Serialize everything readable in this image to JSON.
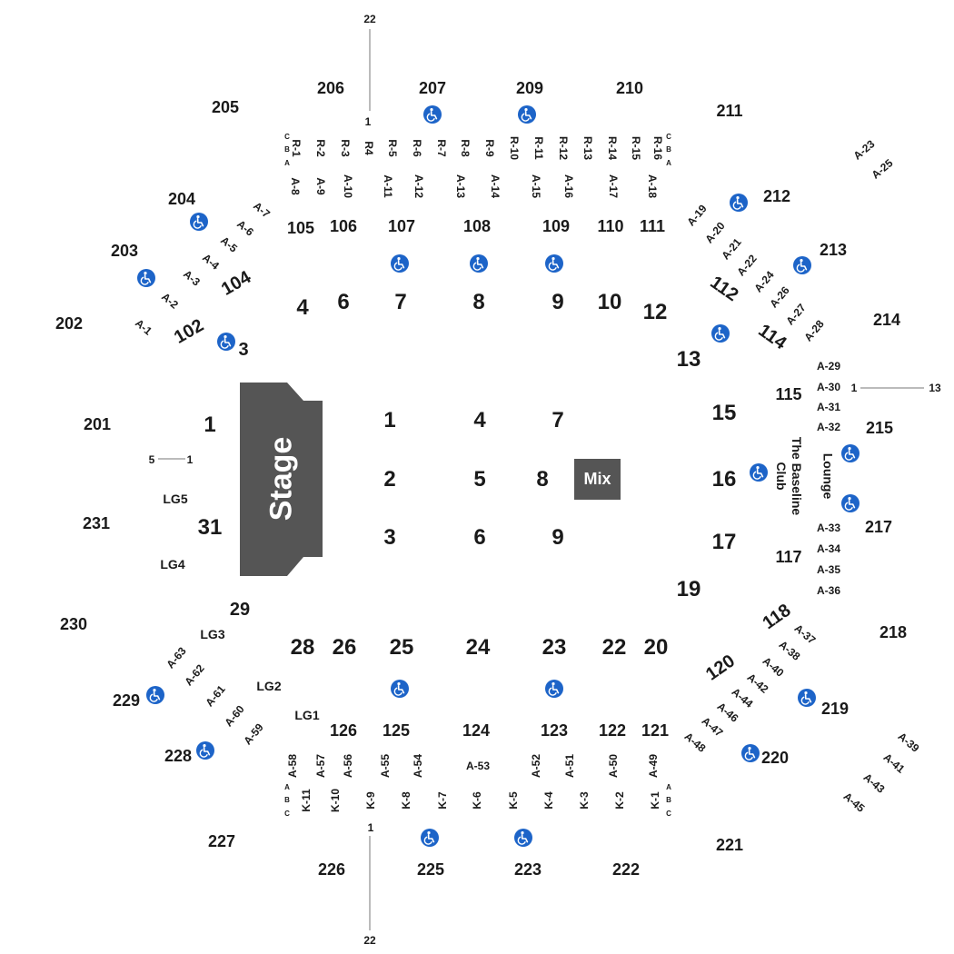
{
  "colors": {
    "stage": "#555555",
    "mix": "#555555",
    "accessible": "#1d64c8",
    "text": "#1a1a1a"
  },
  "stage_label": "Stage",
  "mix_label": "Mix",
  "baseline_club": [
    "The Baseline",
    "Club"
  ],
  "lounge": "Lounge",
  "accessible_icon": "wheelchair-icon",
  "guides": {
    "top_22": "22",
    "top_1": "1",
    "bottom_22": "22",
    "bottom_1": "1",
    "left_5": "5",
    "left_1": "1",
    "right_1": "1",
    "right_13": "13"
  },
  "upper_sections": [
    "201",
    "202",
    "203",
    "204",
    "205",
    "206",
    "207",
    "209",
    "210",
    "211",
    "212",
    "213",
    "214",
    "215",
    "217",
    "218",
    "219",
    "220",
    "221",
    "222",
    "223",
    "225",
    "226",
    "227",
    "228",
    "229",
    "230",
    "231"
  ],
  "lower_sections": [
    "102",
    "104",
    "105",
    "106",
    "107",
    "108",
    "109",
    "110",
    "111",
    "112",
    "114",
    "115",
    "117",
    "118",
    "120",
    "121",
    "122",
    "123",
    "124",
    "125",
    "126"
  ],
  "floor_sections": [
    "1",
    "3",
    "4",
    "6",
    "7",
    "8",
    "9",
    "10",
    "12",
    "13",
    "15",
    "16",
    "17",
    "19",
    "20",
    "22",
    "23",
    "24",
    "25",
    "26",
    "28",
    "29",
    "31",
    "1",
    "2",
    "3",
    "4",
    "5",
    "6",
    "7",
    "8",
    "9"
  ],
  "lodges": [
    "LG1",
    "LG2",
    "LG3",
    "LG4",
    "LG5"
  ],
  "row_labels": [
    "R-1",
    "R-2",
    "R-3",
    "R4",
    "R-5",
    "R-6",
    "R-7",
    "R-8",
    "R-9",
    "R-10",
    "R-11",
    "R-12",
    "R-13",
    "R-14",
    "R-15",
    "R-16",
    "K-11",
    "K-10",
    "K-9",
    "K-8",
    "K-7",
    "K-6",
    "K-5",
    "K-4",
    "K-3",
    "K-2",
    "K-1"
  ],
  "row_letters": [
    "C",
    "B",
    "A",
    "A",
    "B",
    "C"
  ],
  "aisles": [
    "A-1",
    "A-2",
    "A-3",
    "A-4",
    "A-5",
    "A-6",
    "A-7",
    "A-8",
    "A-9",
    "A-10",
    "A-11",
    "A-12",
    "A-13",
    "A-14",
    "A-15",
    "A-16",
    "A-17",
    "A-18",
    "A-19",
    "A-20",
    "A-21",
    "A-22",
    "A-23",
    "A-24",
    "A-25",
    "A-26",
    "A-27",
    "A-28",
    "A-29",
    "A-30",
    "A-31",
    "A-32",
    "A-33",
    "A-34",
    "A-35",
    "A-36",
    "A-37",
    "A-38",
    "A-39",
    "A-40",
    "A-41",
    "A-42",
    "A-43",
    "A-44",
    "A-45",
    "A-46",
    "A-47",
    "A-48",
    "A-49",
    "A-50",
    "A-51",
    "A-52",
    "A-53",
    "A-54",
    "A-55",
    "A-56",
    "A-57",
    "A-58",
    "A-59",
    "A-60",
    "A-61",
    "A-62",
    "A-63"
  ]
}
